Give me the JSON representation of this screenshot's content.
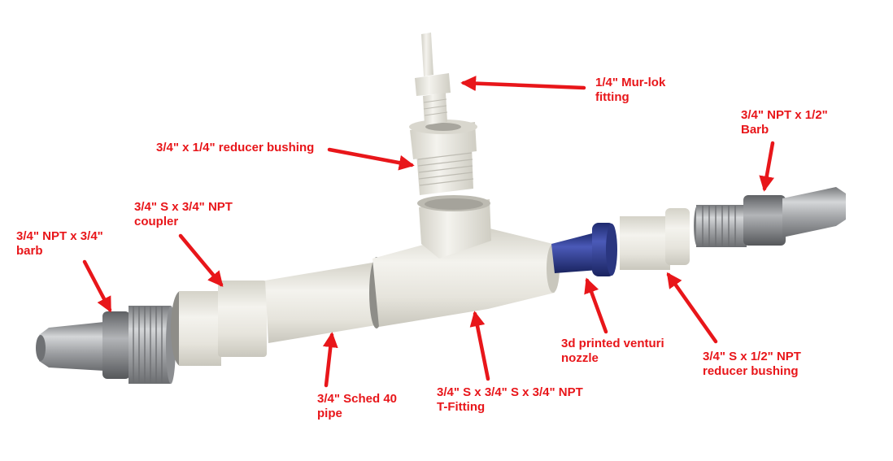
{
  "labels": {
    "murlok": "1/4\" Mur-lok\nfitting",
    "reducer_quarter": "3/4\" x 1/4\" reducer bushing",
    "npt_half_barb": "3/4\" NPT x 1/2\"\nBarb",
    "coupler": "3/4\" S x 3/4\" NPT\ncoupler",
    "npt_barb": "3/4\" NPT x 3/4\"\nbarb",
    "venturi": "3d printed venturi\nnozzle",
    "reducer_half": "3/4\" S x 1/2\" NPT\nreducer bushing",
    "pipe": "3/4\" Sched 40\npipe",
    "tee": "3/4\" S x 3/4\" S x 3/4\" NPT\nT-Fitting"
  },
  "colors": {
    "label": "#e8161a",
    "arrow": "#e8161a",
    "pvc": "#e6e4dc",
    "steel": "#9b9d9f",
    "nozzle": "#2f3d8f"
  }
}
